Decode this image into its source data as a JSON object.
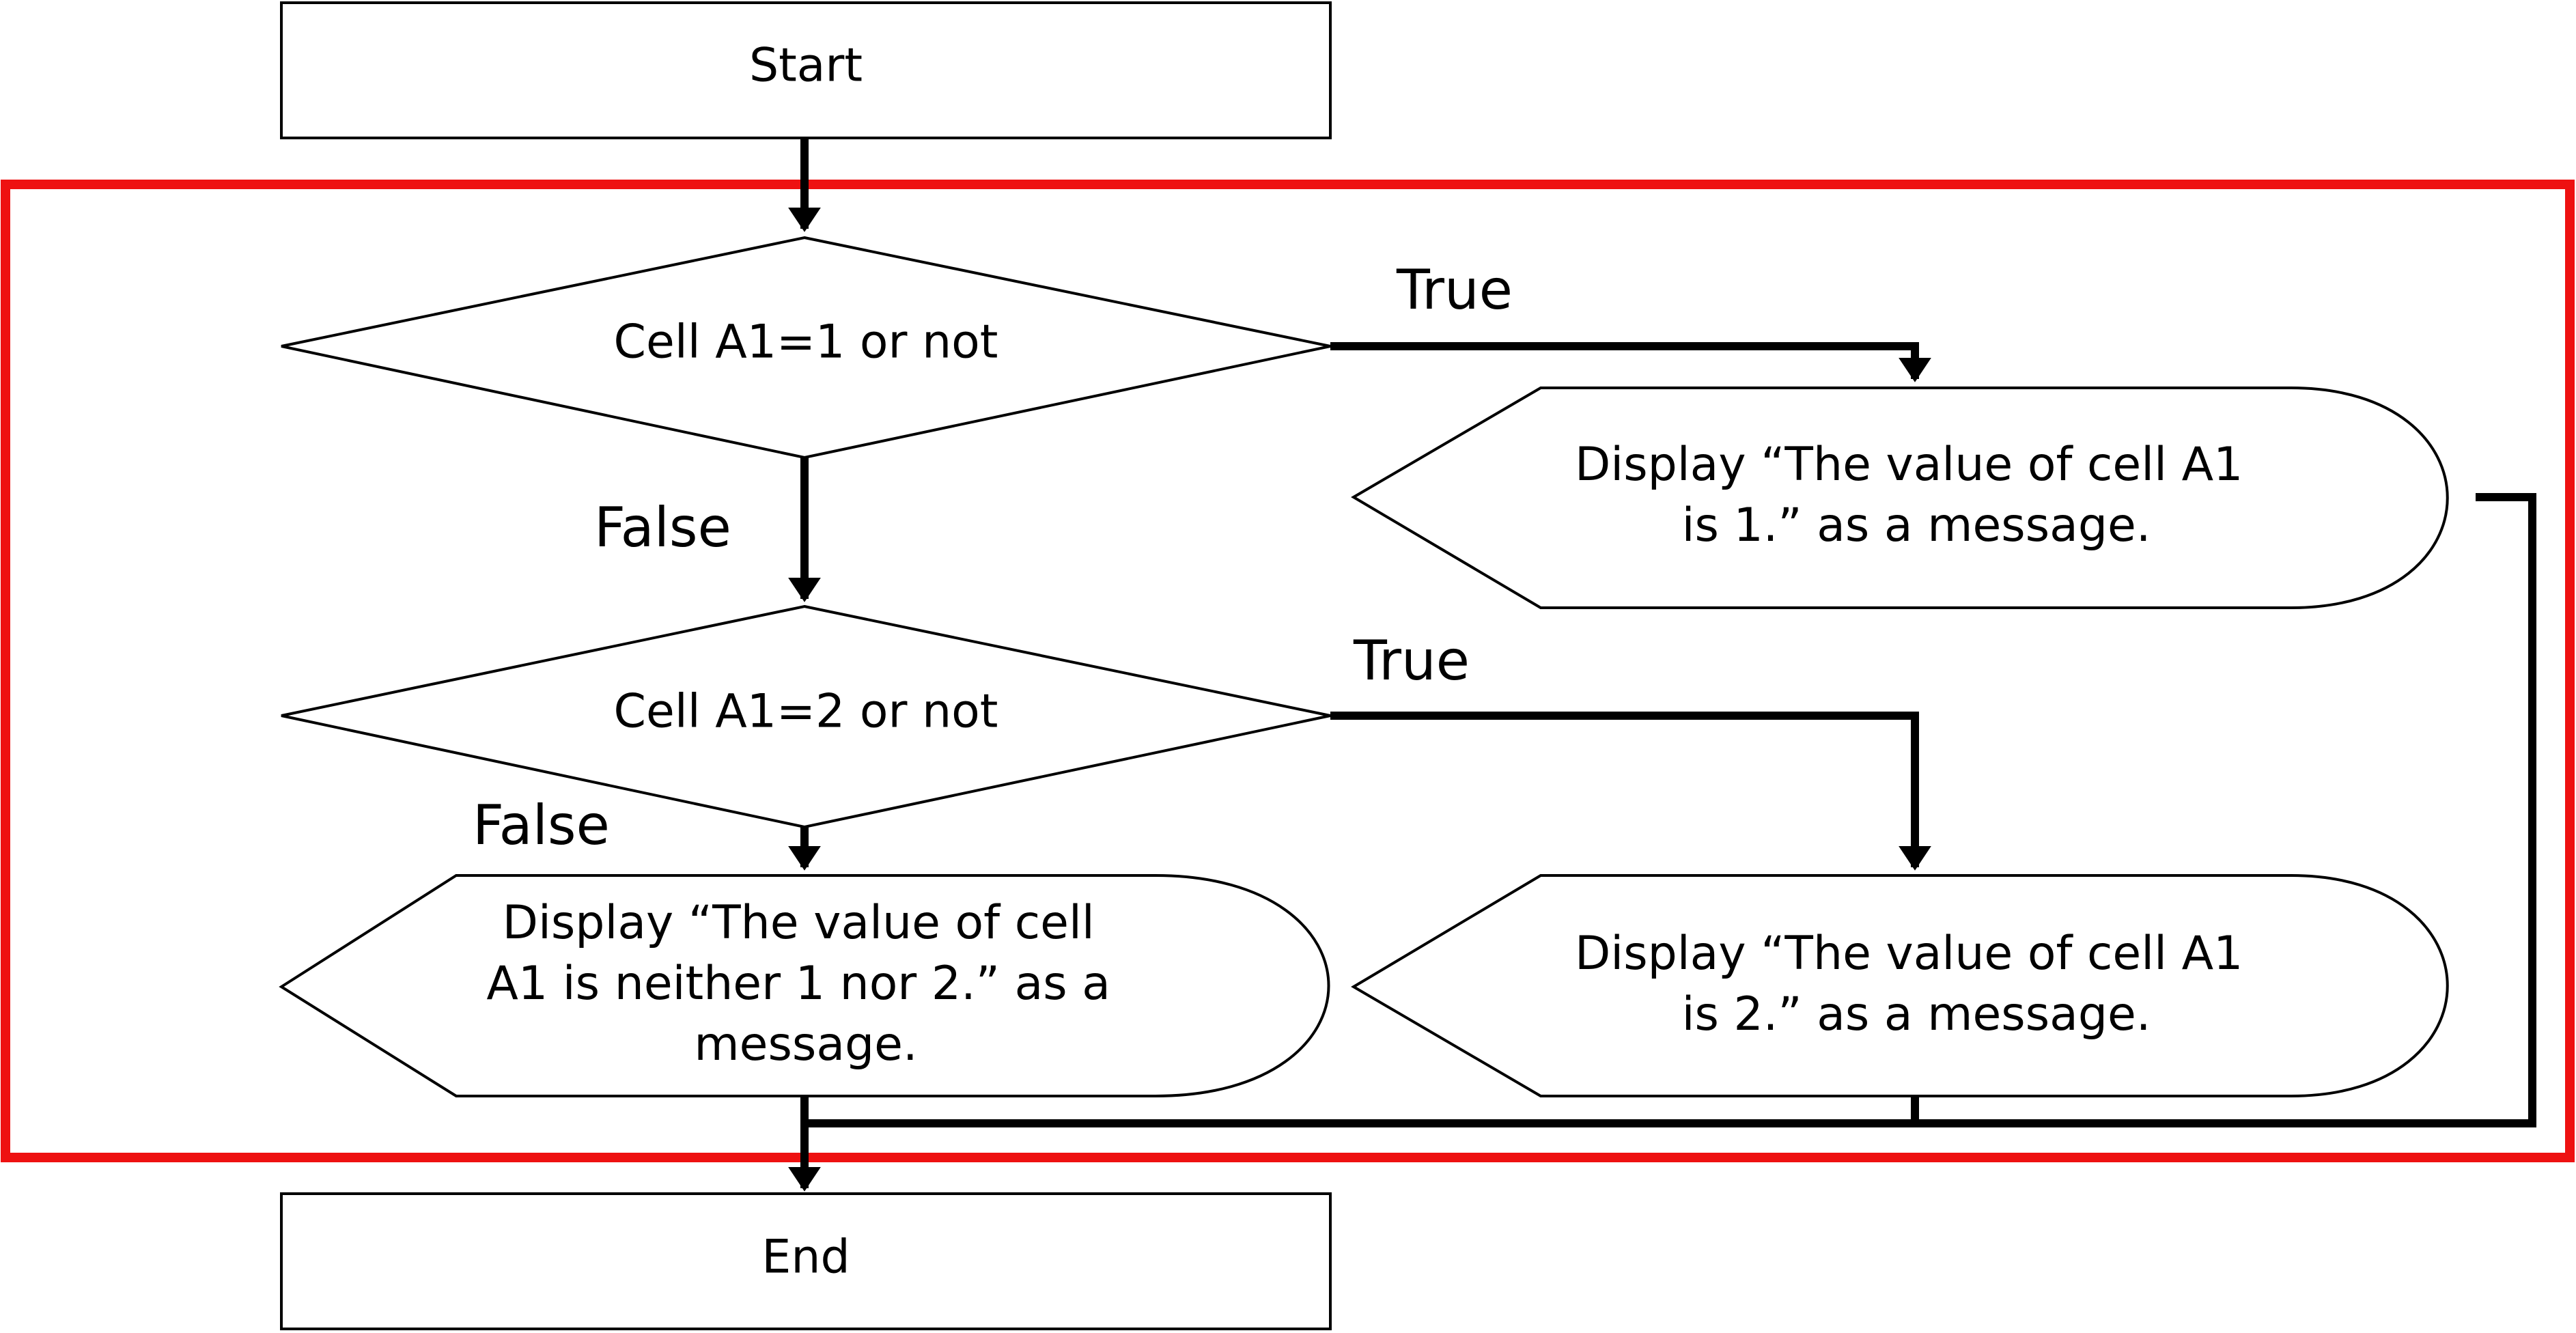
{
  "colors": {
    "highlight": "#ee1111",
    "line": "#000000",
    "fill": "#ffffff"
  },
  "nodes": {
    "start": "Start",
    "decision_a1_eq_1": "Cell A1=1 or not",
    "decision_a1_eq_2": "Cell A1=2 or not",
    "display_is_1": [
      "Display “The value of cell A1",
      "is 1.” as a message."
    ],
    "display_is_2": [
      "Display “The value of cell A1",
      "is 2.” as a message."
    ],
    "display_neither": [
      "Display “The value of cell",
      "A1 is neither 1 nor 2.” as a",
      "message."
    ],
    "end": "End"
  },
  "edge_labels": {
    "true_1": "True",
    "false_1": "False",
    "true_2": "True",
    "false_2": "False"
  }
}
